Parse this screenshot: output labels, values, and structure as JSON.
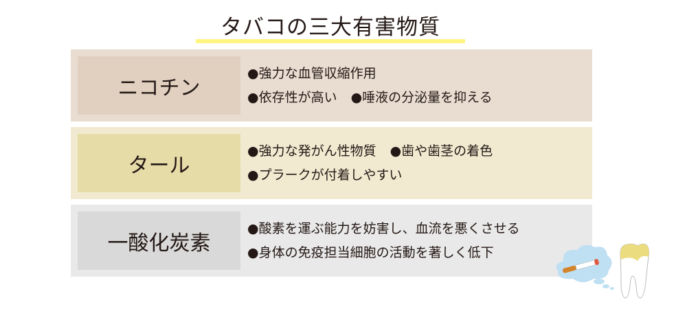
{
  "title": "タバコの三大有害物質",
  "rows": [
    {
      "name": "ニコチン",
      "bg": "#e9ddd1",
      "label_bg": "#e1d0c0",
      "lines": [
        [
          "●強力な血管収縮作用"
        ],
        [
          "●依存性が高い",
          "●唾液の分泌量を抑える"
        ]
      ]
    },
    {
      "name": "タール",
      "bg": "#f1ead0",
      "label_bg": "#e6dca8",
      "lines": [
        [
          "●強力な発がん性物質",
          "●歯や歯茎の着色"
        ],
        [
          "●プラークが付着しやすい"
        ]
      ]
    },
    {
      "name": "一酸化炭素",
      "bg": "#e9e9e9",
      "label_bg": "#d9d9d9",
      "lines": [
        [
          "●酸素を運ぶ能力を妨害し、血流を悪くさせる"
        ],
        [
          "●身体の免疫担当細胞の活動を著しく低下"
        ]
      ]
    }
  ]
}
